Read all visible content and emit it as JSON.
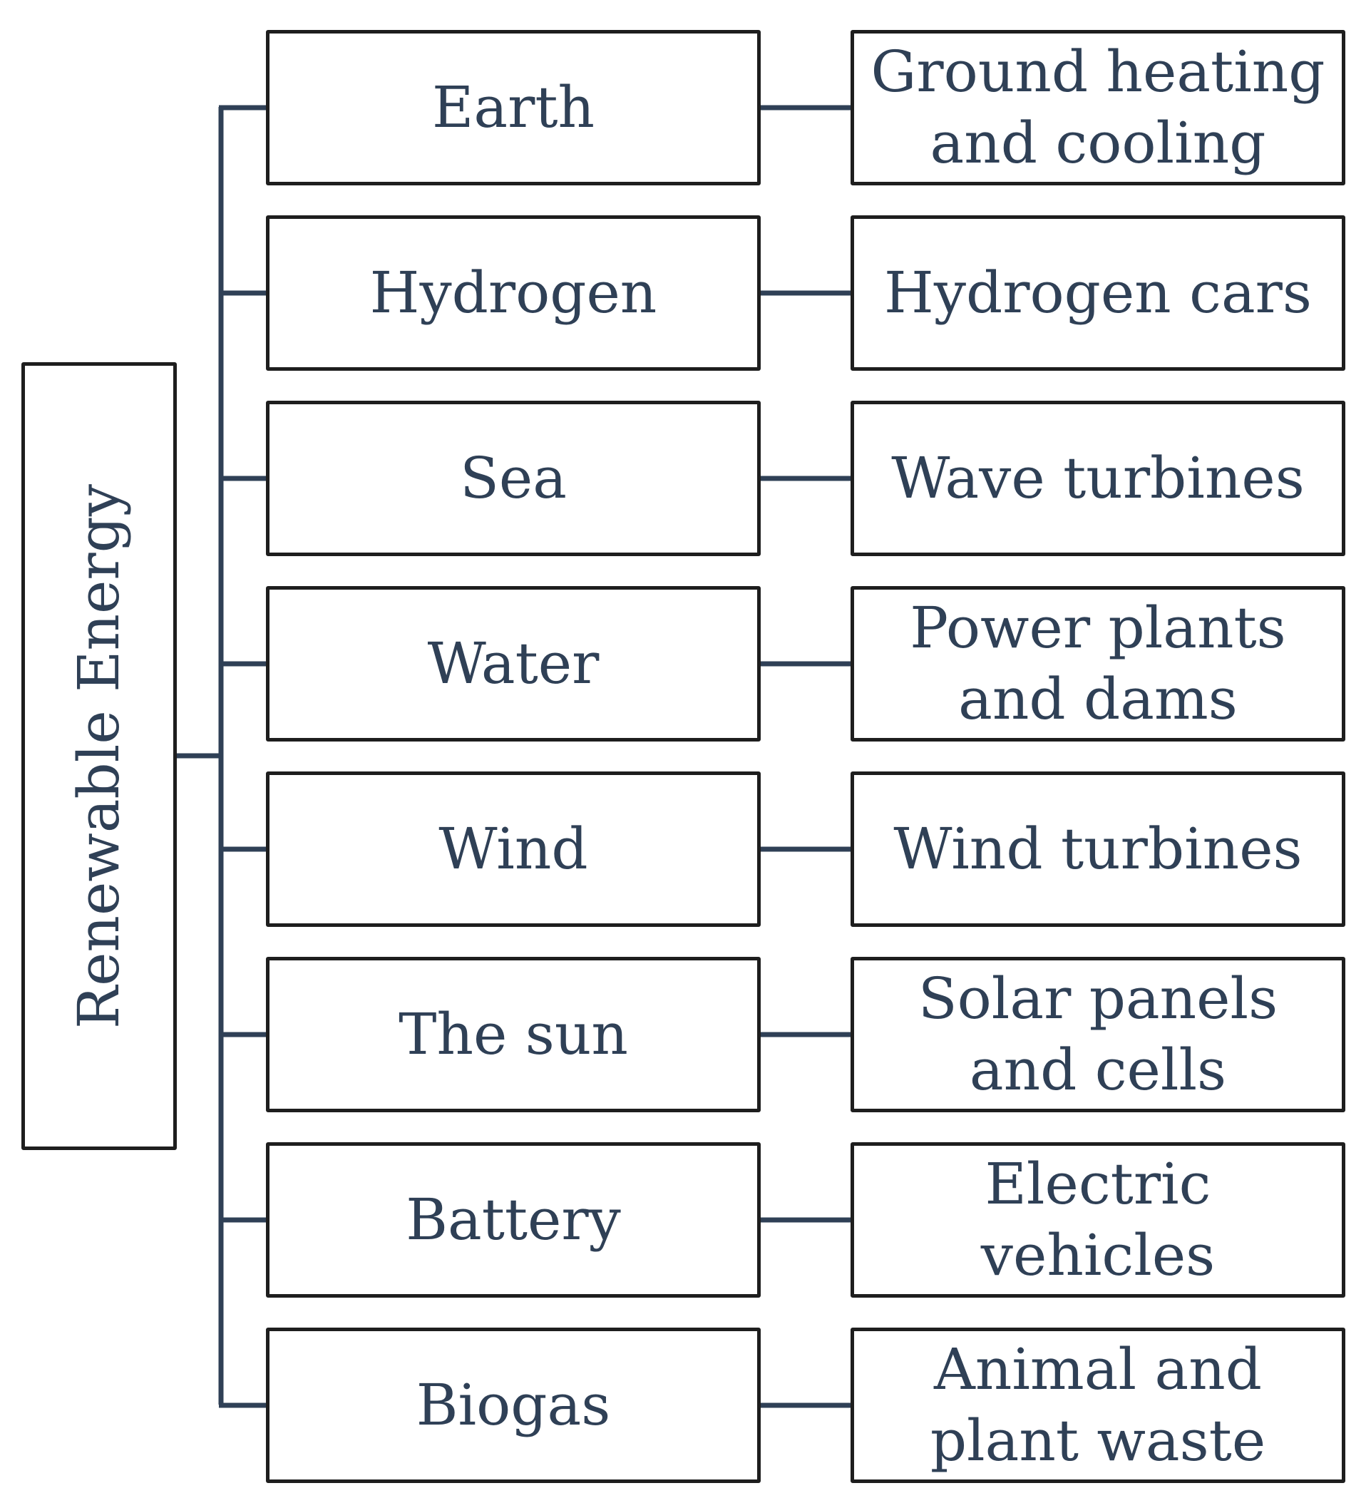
{
  "root": {
    "label": "Renewable Energy"
  },
  "branches": [
    {
      "source": "Earth",
      "use": "Ground heating and cooling"
    },
    {
      "source": "Hydrogen",
      "use": "Hydrogen cars"
    },
    {
      "source": "Sea",
      "use": "Wave turbines"
    },
    {
      "source": "Water",
      "use": "Power plants and dams"
    },
    {
      "source": "Wind",
      "use": "Wind turbines"
    },
    {
      "source": "The sun",
      "use": "Solar panels and cells"
    },
    {
      "source": "Battery",
      "use": "Electric vehicles"
    },
    {
      "source": "Biogas",
      "use": "Animal and plant waste"
    }
  ],
  "colors": {
    "text": "#2f4056",
    "connector": "#2f4056",
    "border": "#1e1e1e"
  }
}
